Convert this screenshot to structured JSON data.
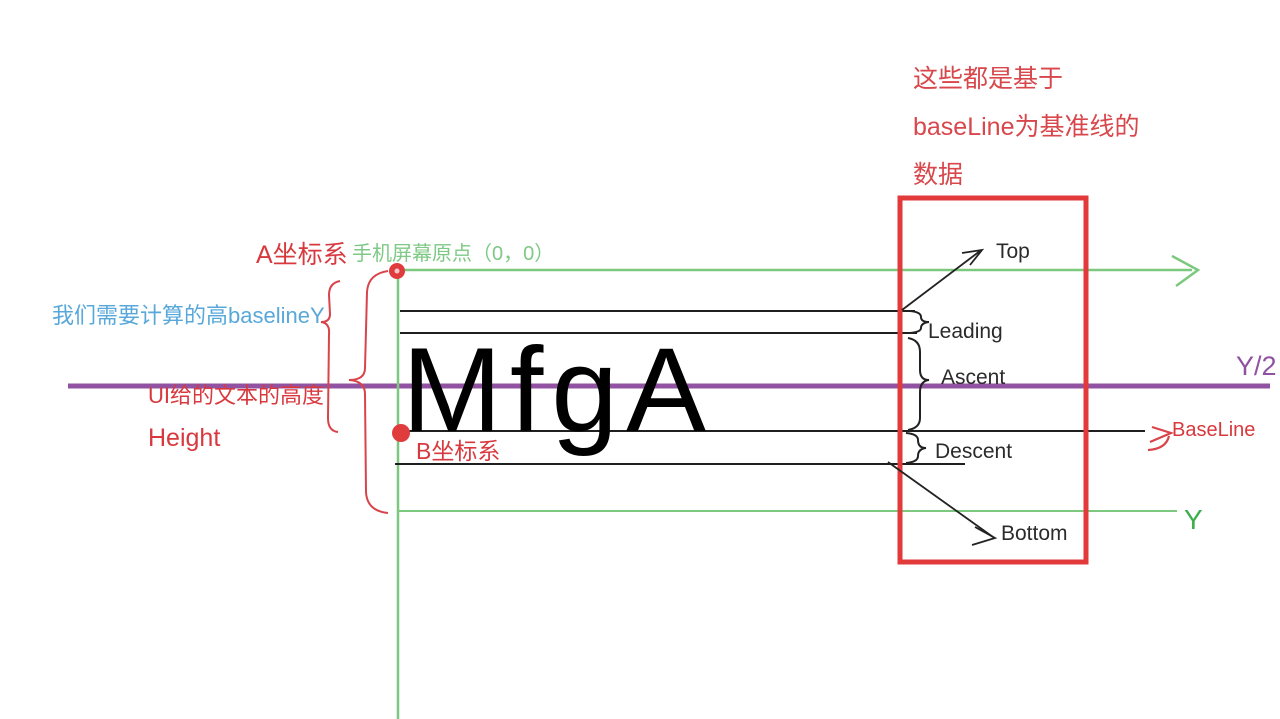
{
  "note": {
    "line1": "这些都是基于",
    "line2": "baseLine为基准线的",
    "line3": "数据"
  },
  "labels": {
    "a_coord": "A坐标系",
    "origin": "手机屏幕原点（0，0）",
    "baseline_y": "我们需要计算的高baselineY",
    "ui_text_height": "UI给的文本的高度",
    "height": "Height",
    "b_coord": "B坐标系",
    "sample_text": "MfgA",
    "top": "Top",
    "leading": "Leading",
    "ascent": "Ascent",
    "descent": "Descent",
    "bottom": "Bottom",
    "baseline": "BaseLine",
    "y_half": "Y/2",
    "y_axis": "Y"
  },
  "colors": {
    "annotation_red": "#d7393e",
    "box_red": "#e23a3b",
    "axis_green": "#7cc87e",
    "text_green": "#7ec985",
    "bright_green": "#3cae4c",
    "note_blue": "#58a8da",
    "half_purple": "#9153a1",
    "metric_black": "#1f1f1f"
  }
}
